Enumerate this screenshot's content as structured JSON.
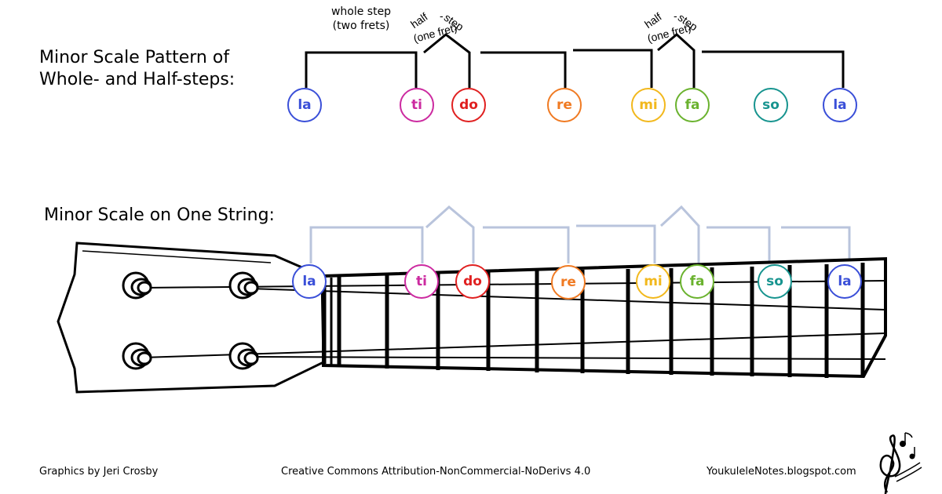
{
  "titles": {
    "pattern_line1": "Minor Scale Pattern of",
    "pattern_line2": "Whole- and Half-steps:",
    "one_string": "Minor Scale on One String:"
  },
  "annotations": {
    "whole_step": "whole step",
    "two_frets": "(two frets)",
    "half": "half",
    "dash": "-",
    "step": "step",
    "one_fret": "(one fret)"
  },
  "notes": [
    {
      "label": "la",
      "color": "#3a4fd8"
    },
    {
      "label": "ti",
      "color": "#cc2aa0"
    },
    {
      "label": "do",
      "color": "#e02020"
    },
    {
      "label": "re",
      "color": "#f07a22"
    },
    {
      "label": "mi",
      "color": "#f2b81c"
    },
    {
      "label": "fa",
      "color": "#6ab22e"
    },
    {
      "label": "so",
      "color": "#17948f"
    },
    {
      "label": "la",
      "color": "#3a4fd8"
    }
  ],
  "footer": {
    "credit": "Graphics by Jeri Crosby",
    "license": "Creative Commons Attribution-NonCommercial-NoDerivs 4.0",
    "site": "YoukuleleNotes.blogspot.com"
  },
  "icons": {
    "logo": "treble-clef-music-notes-icon"
  },
  "colors": {
    "bracket_top": "#000000",
    "bracket_bottom": "#b9c4dc"
  }
}
